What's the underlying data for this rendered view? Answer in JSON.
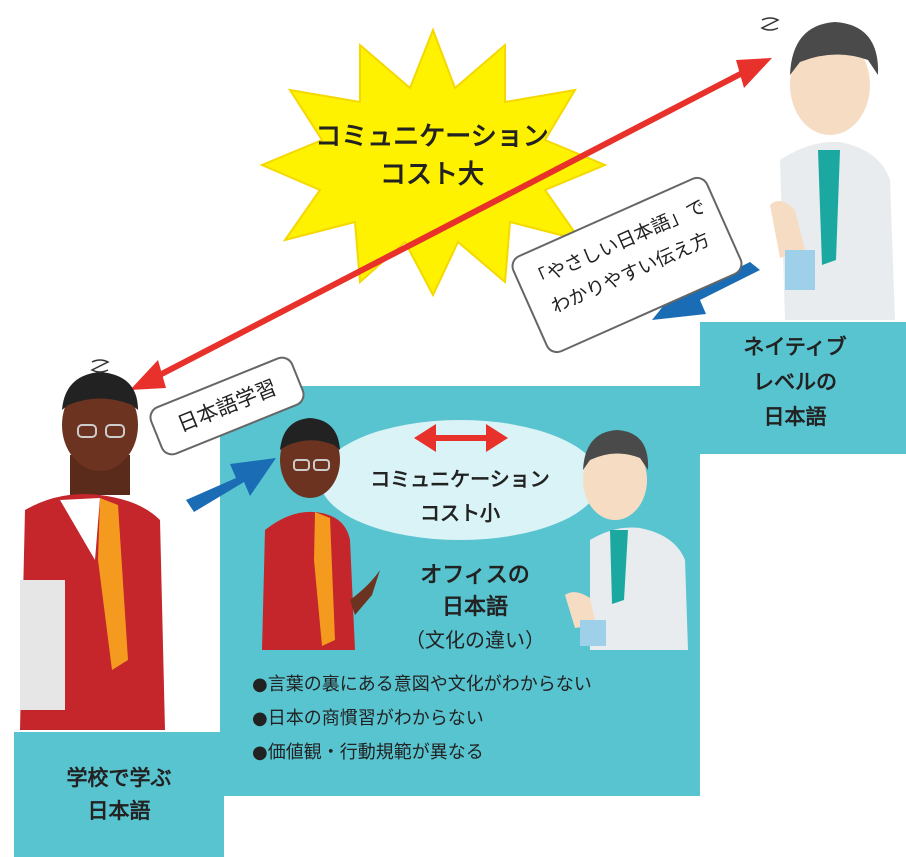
{
  "cost_large": {
    "line1": "コミュニケーション",
    "line2": "コスト大"
  },
  "cost_small": {
    "line1": "コミュニケーション",
    "line2": "コスト小"
  },
  "callout_study": "日本語学習",
  "callout_easy": {
    "line1": "「やさしい日本語」で",
    "line2": "わかりやすい伝え方"
  },
  "native_label": {
    "line1": "ネイティブ",
    "line2": "レベルの",
    "line3": "日本語"
  },
  "office": {
    "title_line1": "オフィスの",
    "title_line2": "日本語",
    "subtitle": "（文化の違い）",
    "bullets": [
      "●言葉の裏にある意図や文化がわからない",
      "●日本の商慣習がわからない",
      "●価値観・行動規範が異なる"
    ]
  },
  "school_label": {
    "line1": "学校で学ぶ",
    "line2": "日本語"
  },
  "colors": {
    "teal_box": "#58c4d0",
    "burst_yellow": "#fff200",
    "red_arrow": "#e8312a",
    "blue_arrow": "#1a6db5"
  }
}
